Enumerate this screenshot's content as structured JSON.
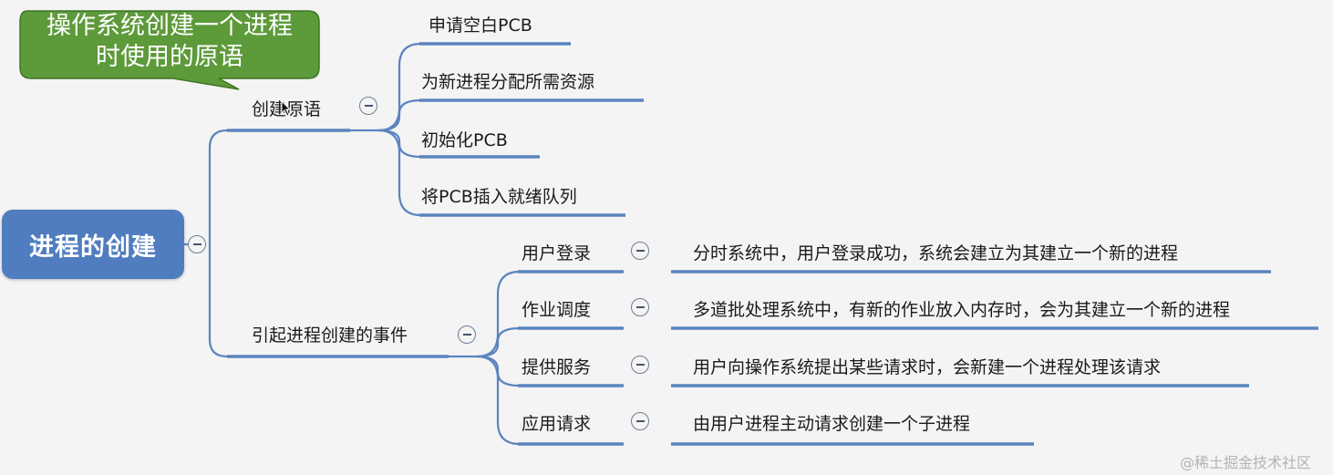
{
  "callout": {
    "line1": "操作系统创建一个进程",
    "line2": "时使用的原语"
  },
  "root": {
    "label": "进程的创建"
  },
  "branch_primitive": {
    "label": "创建原语",
    "children": [
      "申请空白PCB",
      "为新进程分配所需资源",
      "初始化PCB",
      "将PCB插入就绪队列"
    ]
  },
  "branch_events": {
    "label": "引起进程创建的事件",
    "events": [
      {
        "label": "用户登录",
        "detail": "分时系统中，用户登录成功，系统会建立为其建立一个新的进程"
      },
      {
        "label": "作业调度",
        "detail": "多道批处理系统中，有新的作业放入内存时，会为其建立一个新的进程"
      },
      {
        "label": "提供服务",
        "detail": "用户向操作系统提出某些请求时，会新建一个进程处理该请求"
      },
      {
        "label": "应用请求",
        "detail": "由用户进程主动请求创建一个子进程"
      }
    ]
  },
  "watermark": "@稀土掘金技术社区",
  "colors": {
    "root_fill": "#4f7dbf",
    "line": "#5b84be",
    "callout_fill": "#5d9a3a",
    "callout_border": "#3f7524"
  }
}
